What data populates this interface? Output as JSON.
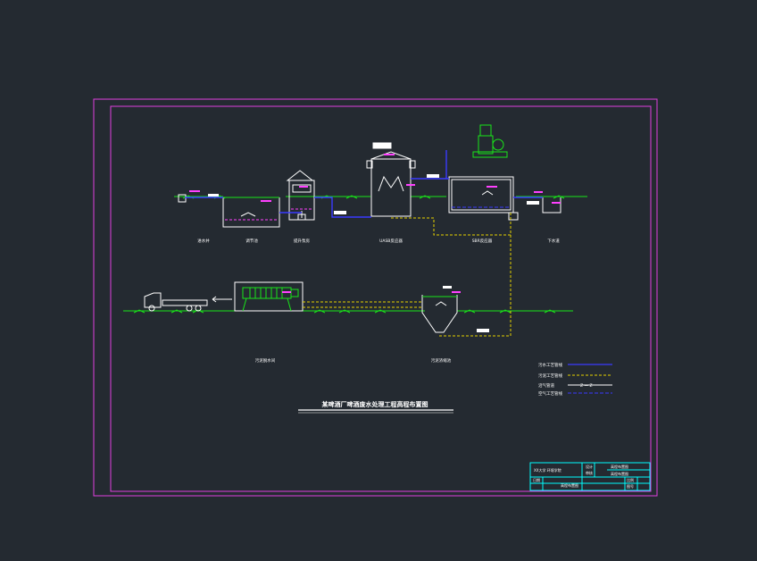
{
  "drawing": {
    "title": "某啤酒厂啤酒废水处理工程高程布置图",
    "units": {
      "inlet_well": "进水井",
      "regulating_tank": "调节池",
      "lift_pump_house": "提升泵房",
      "uasb": "UASB反应器",
      "sbr": "SBR反应器",
      "outlet_well": "下水道",
      "sludge_dewatering": "污泥脱水间",
      "sludge_thickener": "污泥浓缩池"
    },
    "legend": [
      {
        "label": "污水工艺管线",
        "pattern": "blue"
      },
      {
        "label": "污泥工艺管线",
        "pattern": "yellow-dash"
      },
      {
        "label": "沼气管道",
        "pattern": "z-line",
        "mark": "Z — Z"
      },
      {
        "label": "空气工艺管线",
        "pattern": "blue-dash"
      }
    ],
    "title_block": {
      "org": "XX大学 环境学院",
      "drawing_name": "高程布置图",
      "drawing_no": "高程布置图",
      "role1": "设计",
      "role2": "审核",
      "role3": "日期",
      "scale": "比例",
      "sheet": "图号"
    }
  },
  "colors": {
    "background": "#242a31",
    "frame": "#e040e0",
    "ground": "#19e619",
    "structure": "#ffffff",
    "sewage_pipe": "#3a3aff",
    "sludge_pipe": "#e6d200",
    "elevation_mark": "#ff40ff",
    "title_block": "#00ffff"
  }
}
